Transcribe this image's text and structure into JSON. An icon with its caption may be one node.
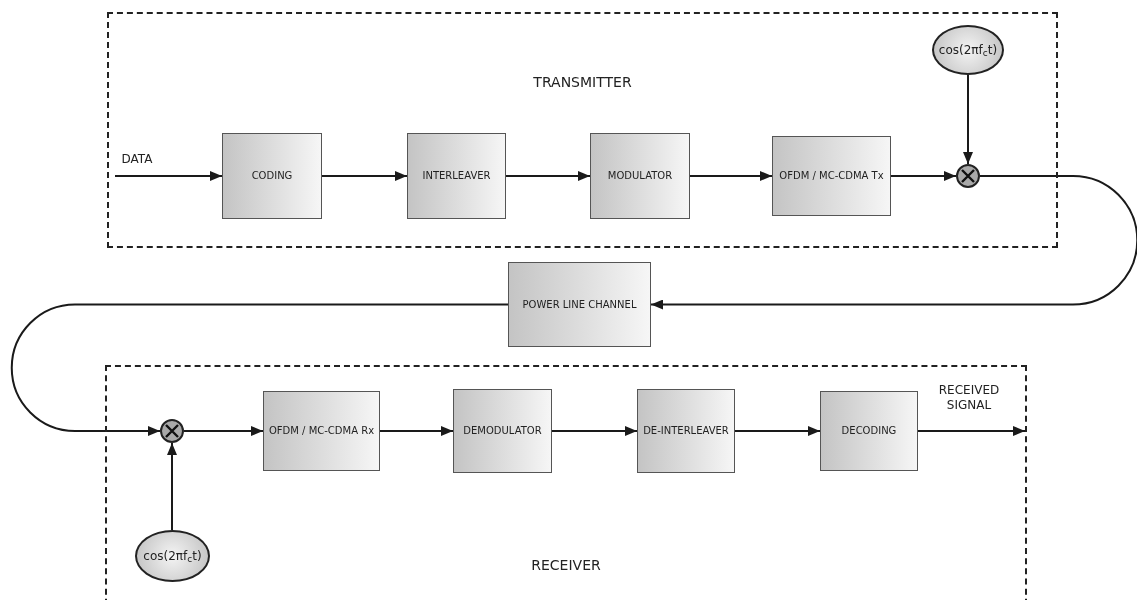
{
  "diagram": {
    "nodes": [
      {
        "text": [
          "TRANSMITTER"
        ]
      },
      {
        "text": [
          "CODING"
        ],
        "in": 0
      },
      {
        "text": [
          "INTERLEAVER"
        ],
        "in": 0
      },
      {
        "text": [
          "MODULATOR"
        ],
        "in": 0
      },
      {
        "text": [
          "OFDM / MC-CDMA Tx"
        ],
        "in": 0
      },
      {
        "text": [],
        "shape": "circle",
        "in": 0
      },
      {
        "text": [
          "cos(2πf$_{c}$t)"
        ],
        "in": 0
      },
      {
        "text": [
          "POWER LINE CHANNEL"
        ]
      },
      {
        "text": [
          "RECEIVER"
        ]
      },
      {
        "text": [],
        "shape": "circle",
        "in": 8
      },
      {
        "text": [
          "cos(2πf$_{c}$t)"
        ],
        "in": 8
      },
      {
        "text": [
          "OFDM / MC-CDMA Rx"
        ],
        "in": 8
      },
      {
        "text": [
          "DEMODULATOR"
        ],
        "in": 8
      },
      {
        "text": [
          "DE-INTERLEAVER"
        ],
        "in": 8
      },
      {
        "text": [
          "DECODING"
        ],
        "in": 8
      }
    ],
    "edges": [
      {
        "from": null,
        "to": 1,
        "arrow": "to",
        "label": "DATA"
      },
      {
        "from": 1,
        "to": 2,
        "arrow": "to"
      },
      {
        "from": 2,
        "to": 3,
        "arrow": "to"
      },
      {
        "from": 3,
        "to": 4,
        "arrow": "to"
      },
      {
        "from": 4,
        "to": 5,
        "arrow": "to"
      },
      {
        "from": 6,
        "to": 5,
        "arrow": "to"
      },
      {
        "from": 5,
        "to": 7,
        "arrow": "to"
      },
      {
        "from": 7,
        "to": 9,
        "arrow": "to"
      },
      {
        "from": 10,
        "to": 9,
        "arrow": "to"
      },
      {
        "from": 9,
        "to": 11,
        "arrow": "to"
      },
      {
        "from": 11,
        "to": 12,
        "arrow": "to"
      },
      {
        "from": 12,
        "to": 13,
        "arrow": "to"
      },
      {
        "from": 13,
        "to": 14,
        "arrow": "to"
      },
      {
        "from": 14,
        "to": null,
        "arrow": "to",
        "label": "RECEIVED SIGNAL"
      }
    ]
  }
}
